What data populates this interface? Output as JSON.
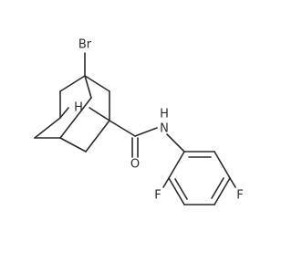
{
  "molecule": {
    "atoms": {
      "bromine": "Br",
      "hydrogen": "H",
      "amide_nitrogen": "N",
      "amide_nh_hydrogen": "H",
      "carbonyl_oxygen": "O",
      "fluorine_ortho": "F",
      "fluorine_para": "F"
    }
  }
}
